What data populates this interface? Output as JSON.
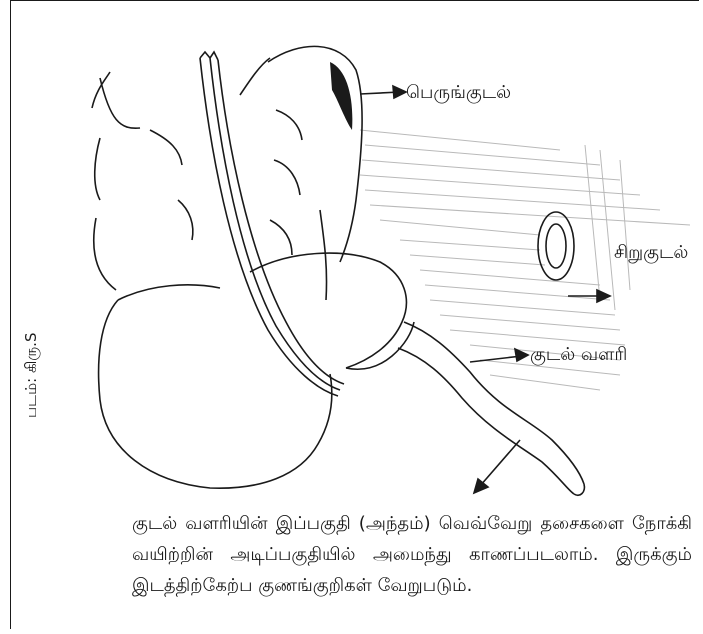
{
  "labels": {
    "large_intestine": "பெருங்குடல்",
    "small_intestine": "சிறுகுடல்",
    "appendix": "குடல் வளரி"
  },
  "caption": "குடல் வளரியின் இப்பகுதி (அந்தம்) வெவ்வேறு தசைகளை நோக்கி வயிற்றின் அடிப்பகுதியில் அமைந்து காணப்படலாம். இருக்கும் இடத்திற்கேற்ப குணங்குறிகள் வேறுபடும்.",
  "credit": "படம்: கிரு.S",
  "colors": {
    "ink": "#1a1a1a",
    "shade": "#b9b9b9",
    "paper": "#ffffff"
  }
}
